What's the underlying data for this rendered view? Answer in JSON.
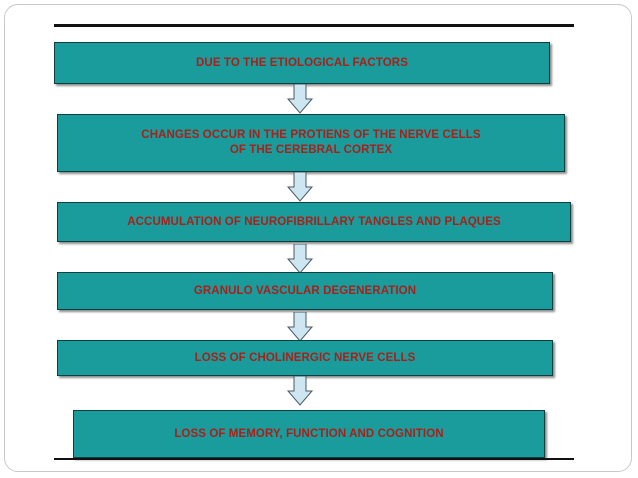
{
  "colors": {
    "box_fill": "#1a9c9c",
    "box_text": "#a8201a",
    "arrow_fill": "#cde6f2",
    "arrow_stroke": "#4a5a63",
    "rule": "#111111"
  },
  "steps": [
    {
      "label": "DUE TO THE ETIOLOGICAL FACTORS"
    },
    {
      "label": "CHANGES OCCUR IN THE PROTIENS OF THE NERVE CELLS\nOF THE CEREBRAL CORTEX"
    },
    {
      "label": "ACCUMULATION OF NEUROFIBRILLARY TANGLES AND PLAQUES"
    },
    {
      "label": "GRANULO VASCULAR DEGENERATION"
    },
    {
      "label": "LOSS OF CHOLINERGIC NERVE CELLS"
    },
    {
      "label": "LOSS OF MEMORY, FUNCTION AND COGNITION"
    }
  ],
  "arrows": [
    {
      "icon": "down-arrow-icon"
    },
    {
      "icon": "down-arrow-icon"
    },
    {
      "icon": "down-arrow-icon"
    },
    {
      "icon": "down-arrow-icon"
    },
    {
      "icon": "down-arrow-icon"
    }
  ]
}
